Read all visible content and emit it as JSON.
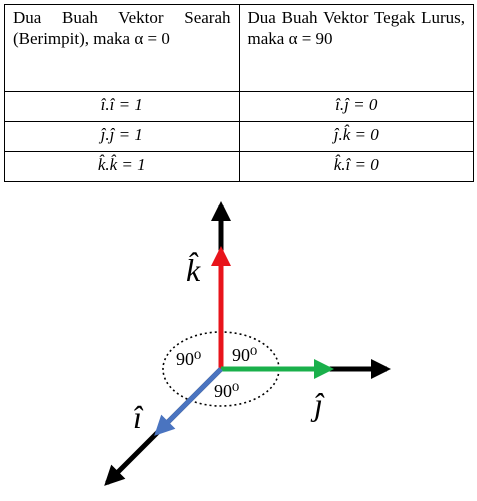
{
  "table": {
    "headers": [
      "Dua Buah Vektor Searah (Berimpit), maka α = 0",
      "Dua Buah Vektor Tegak Lurus, maka α = 90"
    ],
    "rows": [
      [
        "î.î = 1",
        "î.ĵ = 0"
      ],
      [
        "ĵ.ĵ = 1",
        "ĵ.k̂ = 0"
      ],
      [
        "k̂.k̂ = 1",
        "k̂.î = 0"
      ]
    ]
  },
  "diagram": {
    "axis_labels": {
      "k": "k̂",
      "j": "ĵ",
      "i": "î"
    },
    "angle_labels": [
      "90⁰",
      "90⁰",
      "90⁰"
    ],
    "colors": {
      "k": "#e8141b",
      "j": "#1ab04b",
      "i": "#4a74c0",
      "axis": "#000000"
    }
  }
}
